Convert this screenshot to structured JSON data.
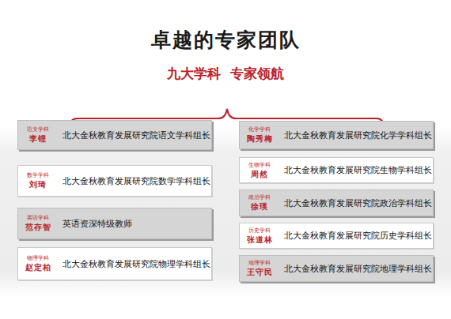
{
  "diagram": {
    "title": "卓越的专家团队",
    "nodes": [
      {
        "text": [
          "语文学科",
          "李锂",
          "北大金秋教育发展研究院语文学科组长"
        ]
      },
      {
        "text": [
          "数学学科",
          "刘琦",
          "北大金秋教育发展研究院数学学科组长"
        ]
      },
      {
        "text": [
          "英语学科",
          "范存智",
          "英语资深特级教师"
        ]
      },
      {
        "text": [
          "物理学科",
          "赵定柏",
          "北大金秋教育发展研究院物理学科组长"
        ]
      },
      {
        "text": [
          "化学学科",
          "陶秀梅",
          "北大金秋教育发展研究院化学学科组长"
        ]
      },
      {
        "text": [
          "生物学科",
          "周然",
          "北大金秋教育发展研究院生物学科组长"
        ]
      },
      {
        "text": [
          "政治学科",
          "徐瑛",
          "北大金秋教育发展研究院政治学科组长"
        ]
      },
      {
        "text": [
          "历史学科",
          "张道林",
          "北大金秋教育发展研究院历史学科组长"
        ]
      },
      {
        "text": [
          "地理学科",
          "王守民",
          "北大金秋教育发展研究院地理学科组长"
        ]
      }
    ],
    "labels": [
      "九大学科  专家领航"
    ]
  }
}
